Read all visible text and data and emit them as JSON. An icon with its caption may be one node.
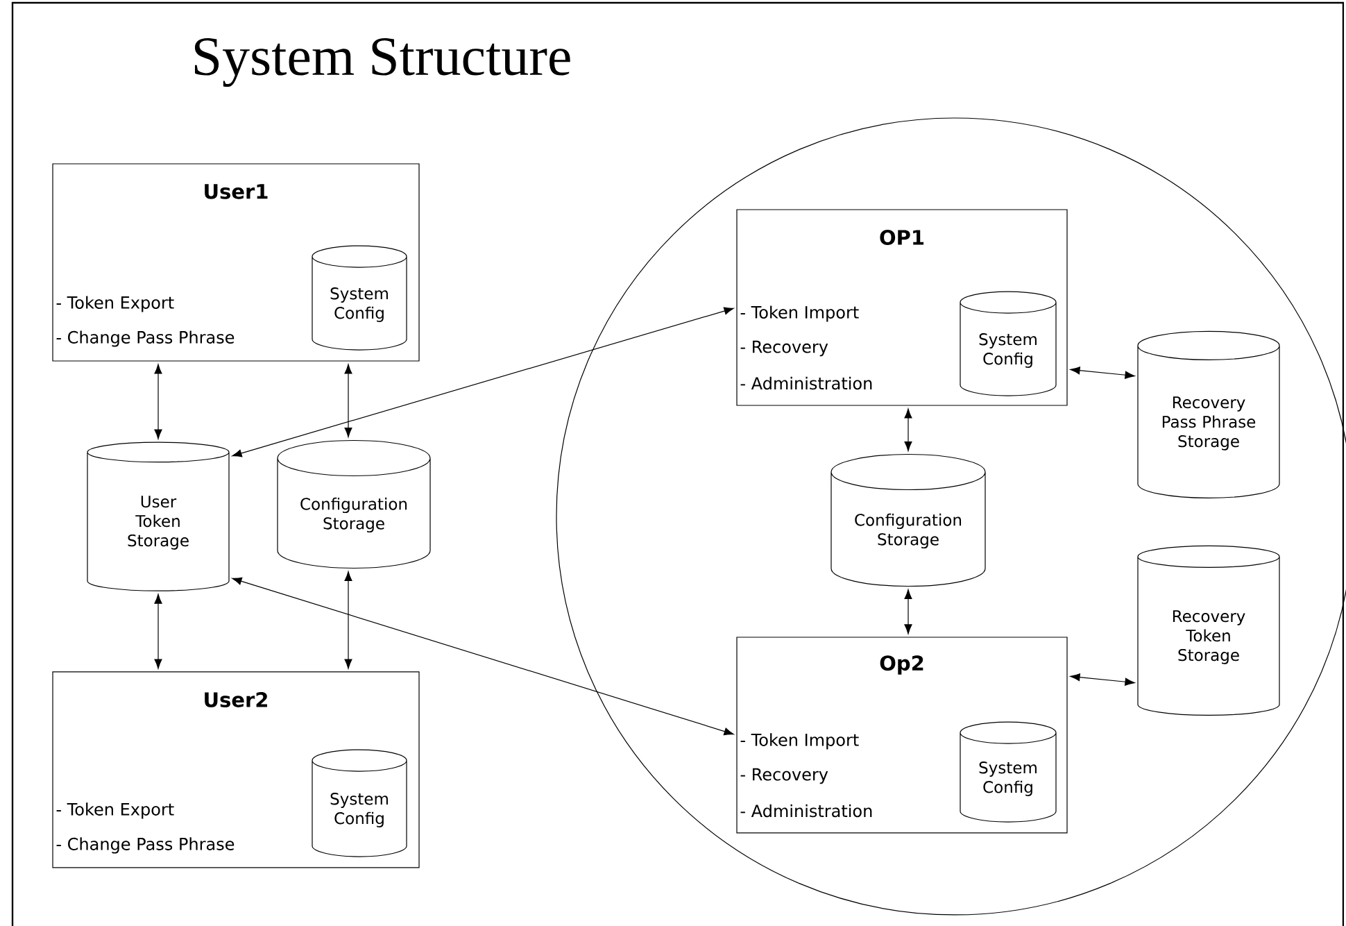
{
  "diagram": {
    "title": "System Structure",
    "nodes": [
      {
        "text": [
          "User1",
          "- Token Export",
          "- Change Pass Phrase"
        ]
      },
      {
        "text": [
          "System Config"
        ],
        "in": 0
      },
      {
        "text": [],
        "shape": "circle"
      },
      {
        "text": [
          "OP1",
          "- Token Import",
          "- Recovery",
          "- Administration"
        ],
        "in": 2
      },
      {
        "text": [
          "System Config"
        ],
        "in": 3
      },
      {
        "text": [
          "Recovery Pass Phrase Storage"
        ],
        "in": 2
      },
      {
        "text": [
          "User Token Storage"
        ]
      },
      {
        "text": [
          "Configuration Storage"
        ]
      },
      {
        "text": [
          "Configuration Storage"
        ],
        "in": 2
      },
      {
        "text": [
          "Recovery Token Storage"
        ],
        "in": 2
      },
      {
        "text": [
          "User2",
          "- Token Export",
          "- Change Pass Phrase"
        ]
      },
      {
        "text": [
          "System Config"
        ],
        "in": 10
      },
      {
        "text": [
          "Op2",
          "- Token Import",
          "- Recovery",
          "- Administration"
        ],
        "in": 2
      },
      {
        "text": [
          "System Config"
        ],
        "in": 12
      }
    ],
    "edges": [
      {
        "from": 0,
        "to": 6,
        "arrow": "both"
      },
      {
        "from": 0,
        "to": 7,
        "arrow": "both"
      },
      {
        "from": 6,
        "to": 3,
        "arrow": "both"
      },
      {
        "from": 3,
        "to": 5,
        "arrow": "both"
      },
      {
        "from": 3,
        "to": 8,
        "arrow": "both"
      },
      {
        "from": 6,
        "to": 12,
        "arrow": "both"
      },
      {
        "from": 6,
        "to": 10,
        "arrow": "both"
      },
      {
        "from": 7,
        "to": 10,
        "arrow": "both"
      },
      {
        "from": 8,
        "to": 12,
        "arrow": "both"
      },
      {
        "from": 12,
        "to": 9,
        "arrow": "both"
      }
    ]
  }
}
